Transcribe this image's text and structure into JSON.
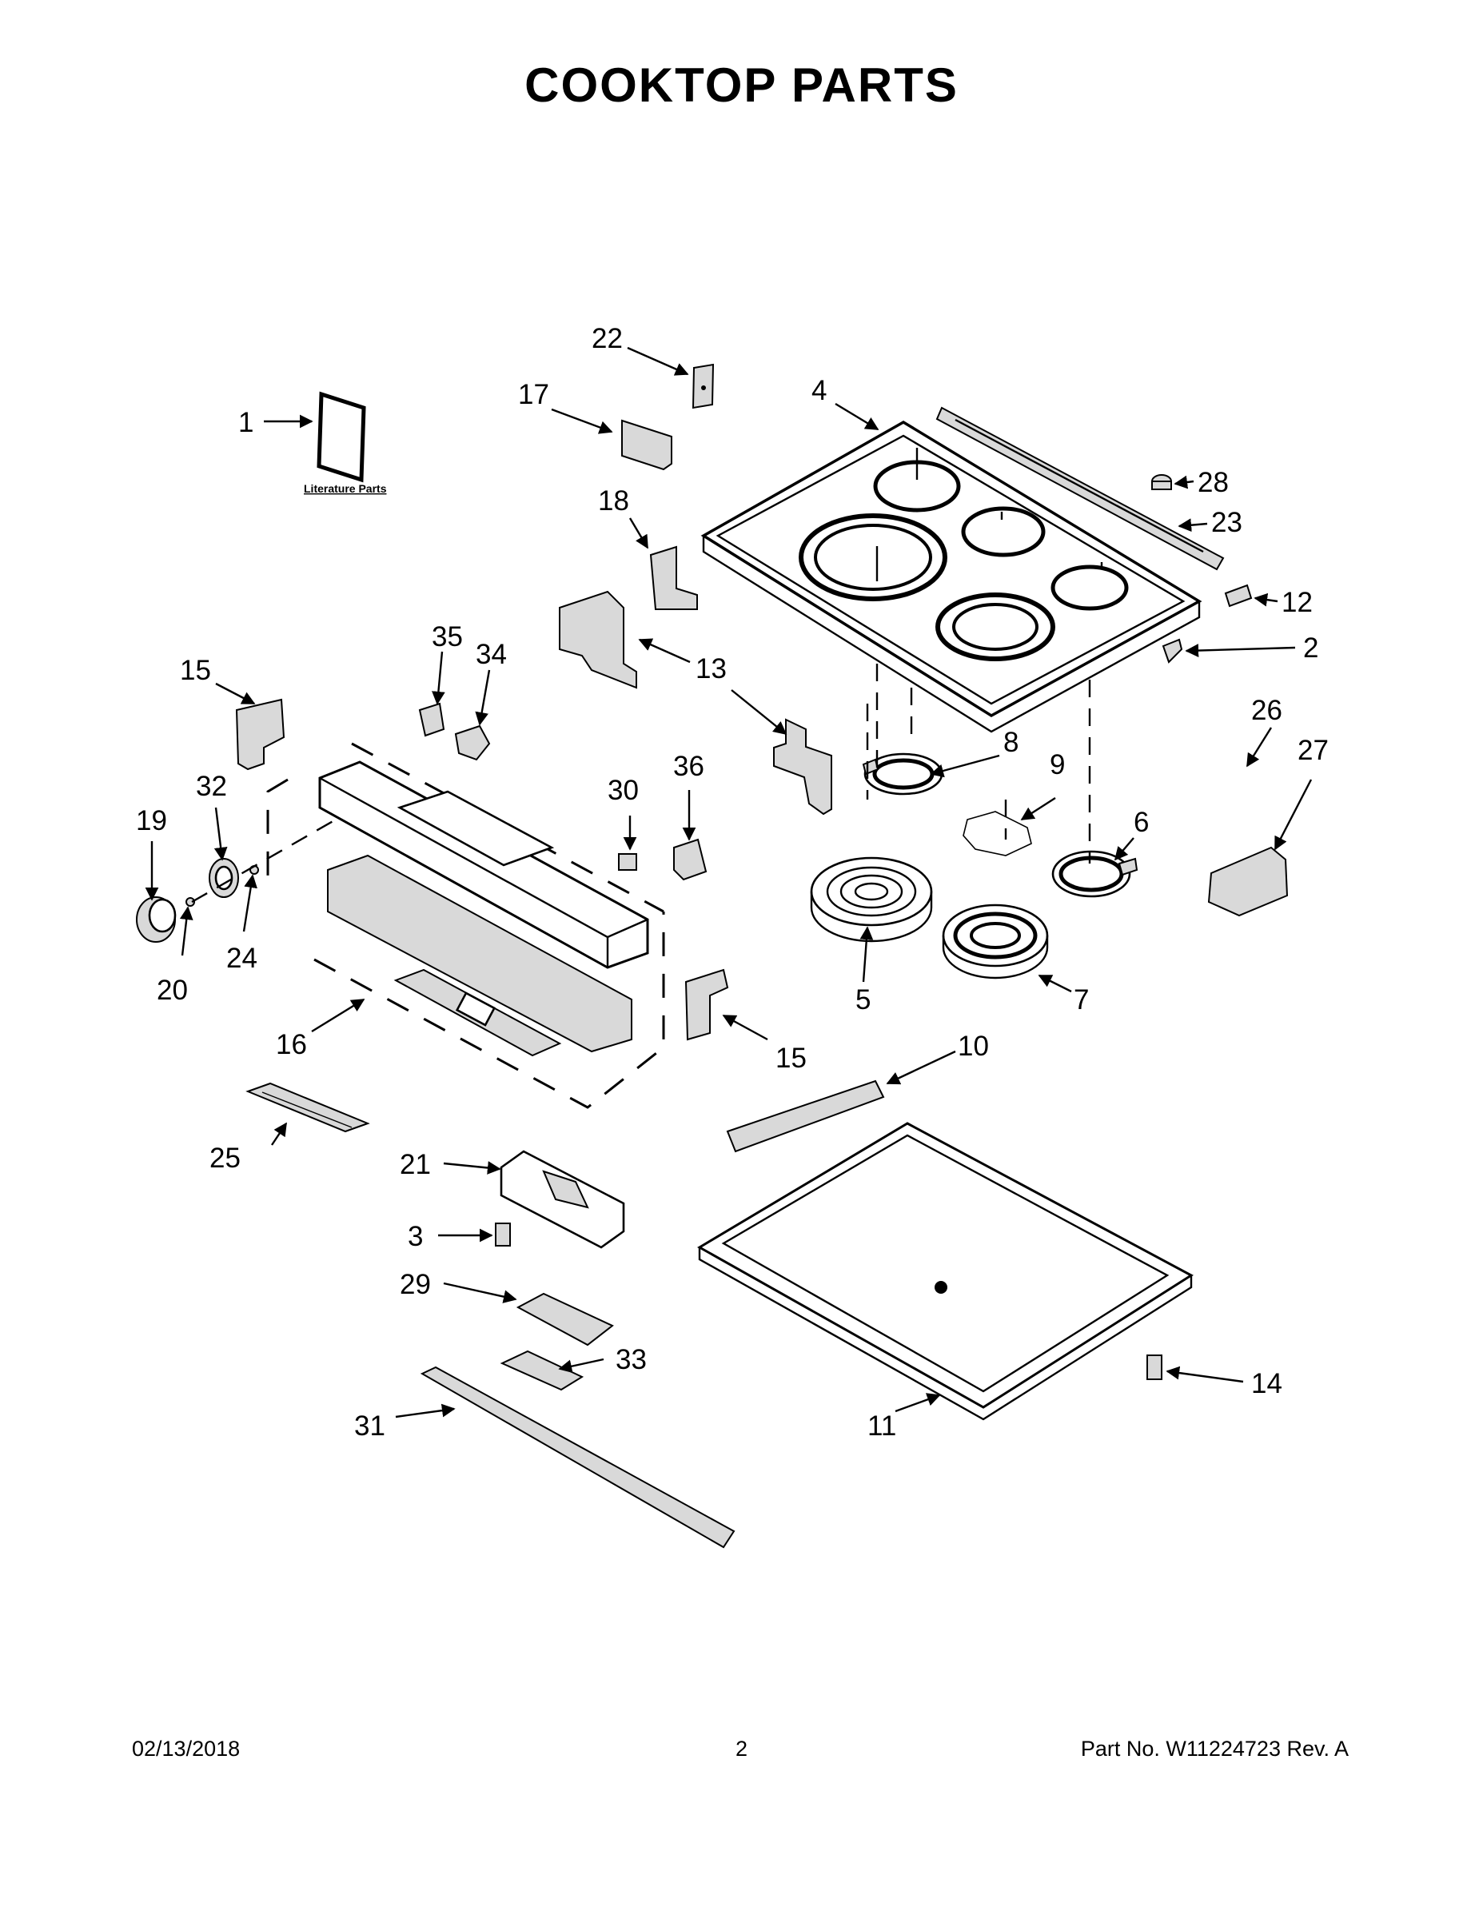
{
  "page_title": "COOKTOP PARTS",
  "literature_label": "Literature Parts",
  "callouts": {
    "c1": "1",
    "c2": "2",
    "c3": "3",
    "c4": "4",
    "c5": "5",
    "c6": "6",
    "c7": "7",
    "c8": "8",
    "c9": "9",
    "c10": "10",
    "c11": "11",
    "c12": "12",
    "c13": "13",
    "c14": "14",
    "c15": "15",
    "c16": "16",
    "c17": "17",
    "c18": "18",
    "c19": "19",
    "c20": "20",
    "c21": "21",
    "c22": "22",
    "c23": "23",
    "c24": "24",
    "c25": "25",
    "c26": "26",
    "c27": "27",
    "c28": "28",
    "c29": "29",
    "c30": "30",
    "c31": "31",
    "c32": "32",
    "c33": "33",
    "c34": "34",
    "c35": "35",
    "c36": "36"
  },
  "footer": {
    "date": "02/13/2018",
    "page": "2",
    "part_number": "Part No.  W11224723  Rev.  A"
  }
}
